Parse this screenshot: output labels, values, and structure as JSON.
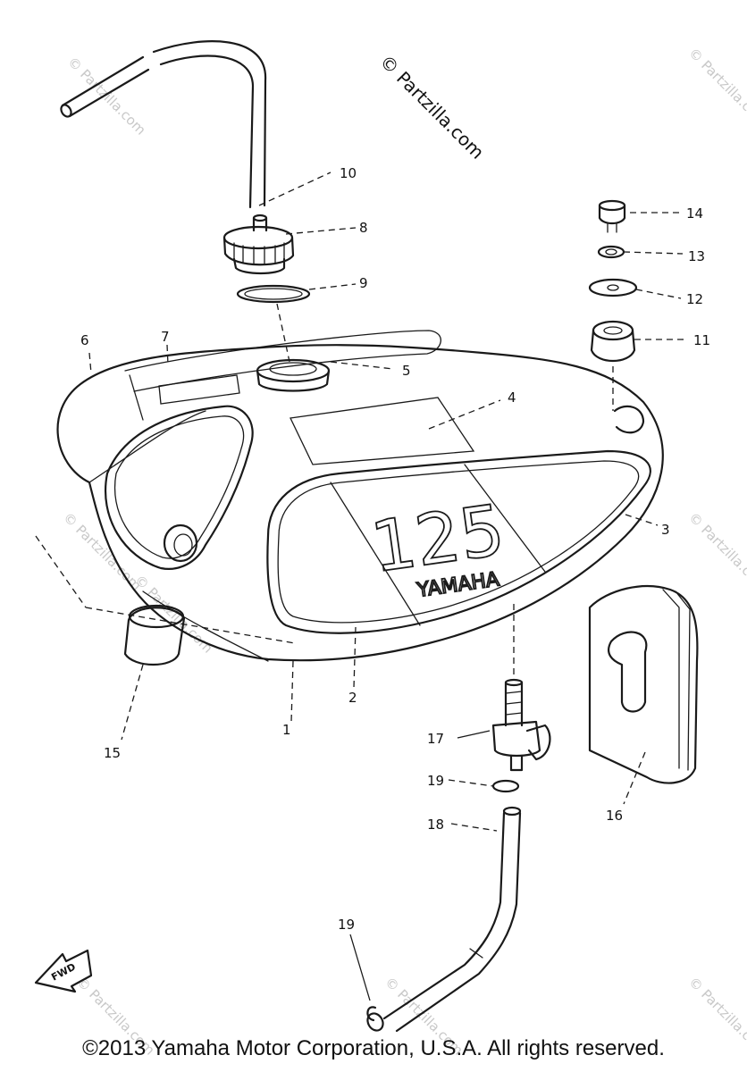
{
  "watermark": {
    "main": "© Partzilla.com",
    "repeat": "© Partzilla.com"
  },
  "emblem": {
    "number": "125",
    "brand": "YAMAHA",
    "fwd_arrow": "FWD"
  },
  "callouts": [
    {
      "id": "1",
      "text": "1"
    },
    {
      "id": "2",
      "text": "2"
    },
    {
      "id": "3",
      "text": "3"
    },
    {
      "id": "4",
      "text": "4"
    },
    {
      "id": "5",
      "text": "5"
    },
    {
      "id": "6",
      "text": "6"
    },
    {
      "id": "7",
      "text": "7"
    },
    {
      "id": "8",
      "text": "8"
    },
    {
      "id": "9",
      "text": "9"
    },
    {
      "id": "10",
      "text": "10"
    },
    {
      "id": "11",
      "text": "11"
    },
    {
      "id": "12",
      "text": "12"
    },
    {
      "id": "13",
      "text": "13"
    },
    {
      "id": "14",
      "text": "14"
    },
    {
      "id": "15",
      "text": "15"
    },
    {
      "id": "16",
      "text": "16"
    },
    {
      "id": "17",
      "text": "17"
    },
    {
      "id": "18",
      "text": "18"
    },
    {
      "id": "19a",
      "text": "19"
    },
    {
      "id": "19b",
      "text": "19"
    }
  ],
  "copyright": "©2013 Yamaha Motor Corporation, U.S.A. All rights reserved."
}
